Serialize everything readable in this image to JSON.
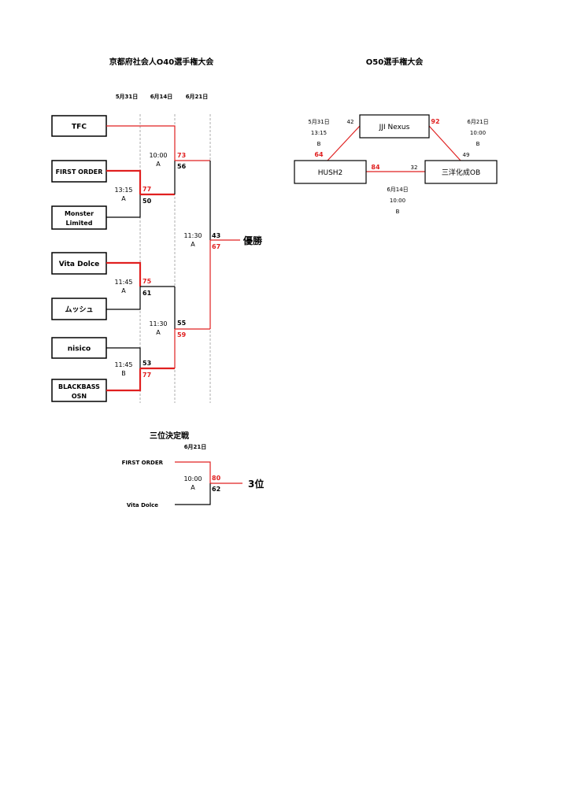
{
  "o40": {
    "title": "京都府社会人O40選手権大会",
    "dates": [
      "5月31日",
      "6月14日",
      "6月21日"
    ],
    "teams": [
      "TFC",
      "FIRST ORDER",
      "Monster",
      "Limited",
      "Vita Dolce",
      "ムッシュ",
      "nisico",
      "BLACKBASS",
      "OSN"
    ],
    "matches": [
      {
        "time": "13:15",
        "court": "A",
        "score_top": "77",
        "score_bottom": "50"
      },
      {
        "time": "11:45",
        "court": "A",
        "score_top": "75",
        "score_bottom": "61"
      },
      {
        "time": "11:45",
        "court": "B",
        "score_top": "53",
        "score_bottom": "77"
      },
      {
        "time": "10:00",
        "court": "A",
        "score_top": "73",
        "score_bottom": "56"
      },
      {
        "time": "11:30",
        "court": "A",
        "score_top": "55",
        "score_bottom": "59"
      },
      {
        "time": "11:30",
        "court": "A",
        "score_top": "43",
        "score_bottom": "67"
      }
    ],
    "champion_label": "優勝"
  },
  "third_place": {
    "title": "三位決定戦",
    "date": "6月21日",
    "team_top": "FIRST ORDER",
    "team_bottom": "Vita Dolce",
    "time": "10:00",
    "court": "A",
    "score_top": "80",
    "score_bottom": "62",
    "result_label": "3位"
  },
  "o50": {
    "title": "O50選手権大会",
    "teams": {
      "top": "JJI Nexus",
      "left": "HUSH2",
      "right": "三洋化成OB"
    },
    "games": [
      {
        "date": "5月31日",
        "time": "13:15",
        "court": "B",
        "score_a": "42",
        "score_b": "64"
      },
      {
        "date": "6月21日",
        "time": "10:00",
        "court": "B",
        "score_a": "92",
        "score_b": "49"
      },
      {
        "date": "6月14日",
        "time": "10:00",
        "court": "B",
        "score_a": "84",
        "score_b": "32"
      }
    ]
  },
  "colors": {
    "win": "#e02020",
    "line": "#000000",
    "guide": "#999999"
  }
}
